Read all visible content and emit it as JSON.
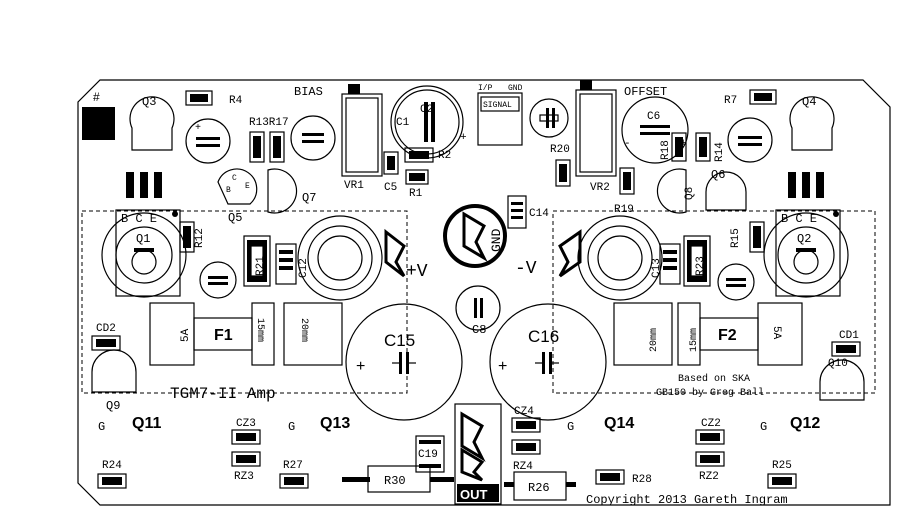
{
  "board": {
    "title": "TGM7-II Amp",
    "credit_line1": "Based on SKA",
    "credit_line2": "GB150 by Greg Ball",
    "copyright": "Copyright 2013 Gareth Ingram",
    "hash_mark": "#"
  },
  "labels": {
    "bias": "BIAS",
    "offset": "OFFSET",
    "ip": "I/P",
    "gnd_small": "GND",
    "signal": "SIGNAL",
    "plus_v": "+V",
    "minus_v": "-V",
    "gnd_big": "GND",
    "out": "OUT",
    "f1": "F1",
    "f2": "F2",
    "fuse_5a": "5A",
    "fuse_15mm": "15mm",
    "fuse_20mm": "20mm",
    "g": "G",
    "b": "B",
    "c": "C",
    "e": "E",
    "bce": "B C E",
    "plus": "+",
    "minus": "-"
  },
  "parts": {
    "Q1": "Q1",
    "Q2": "Q2",
    "Q3": "Q3",
    "Q4": "Q4",
    "Q5": "Q5",
    "Q6": "Q6",
    "Q7": "Q7",
    "Q8": "Q8",
    "Q9": "Q9",
    "Q10": "Q10",
    "Q11": "Q11",
    "Q12": "Q12",
    "Q13": "Q13",
    "Q14": "Q14",
    "R1": "R1",
    "R2": "R2",
    "R4": "R4",
    "R7": "R7",
    "R12": "R12",
    "R13R17": "R13R17",
    "R14": "R14",
    "R15": "R15",
    "R18": "R18",
    "R19": "R19",
    "R20": "R20",
    "R21": "R21",
    "R23": "R23",
    "R24": "R24",
    "R25": "R25",
    "R26": "R26",
    "R27": "R27",
    "R28": "R28",
    "R30": "R30",
    "C1": "C1",
    "C2": "C2",
    "C5": "C5",
    "C6": "C6",
    "C8": "C8",
    "C12": "C12",
    "C13": "C13",
    "C14": "C14",
    "C15": "C15",
    "C16": "C16",
    "C19": "C19",
    "VR1": "VR1",
    "VR2": "VR2",
    "CD1": "CD1",
    "CD2": "CD2",
    "CZ2": "CZ2",
    "CZ3": "CZ3",
    "CZ4": "CZ4",
    "RZ2": "RZ2",
    "RZ3": "RZ3",
    "RZ4": "RZ4"
  }
}
